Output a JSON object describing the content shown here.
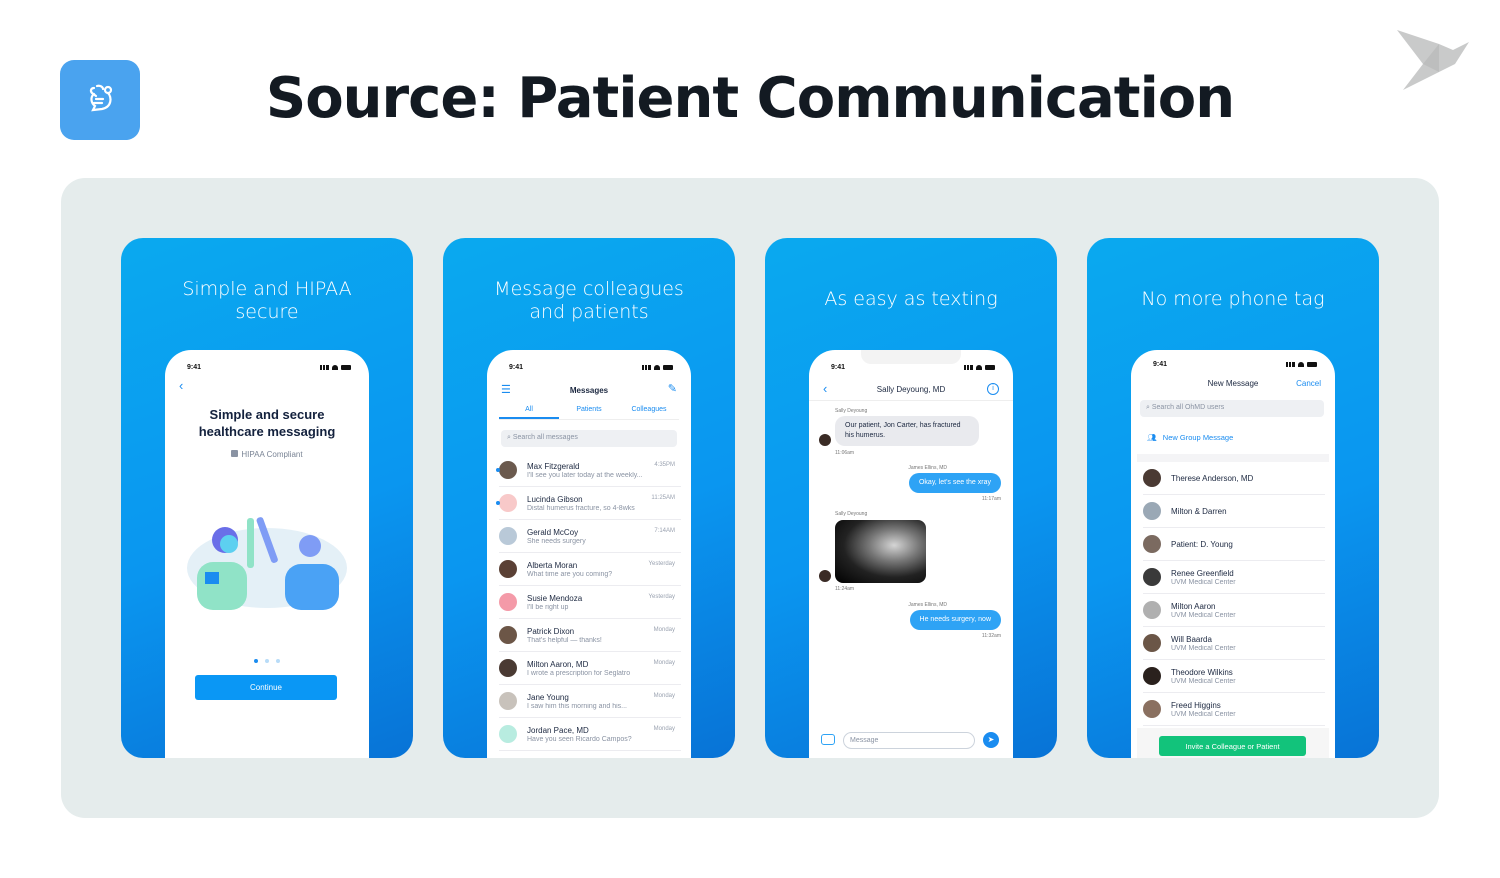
{
  "header": {
    "title": "Source: Patient Communication",
    "logo_icon": "stethoscope-chat-icon",
    "brand_icon": "origami-bird-icon"
  },
  "colors": {
    "accent": "#1a8cf0",
    "card_gradient_top": "#0aa9ef",
    "card_gradient_bottom": "#0873d6",
    "panel_bg": "#e5ecec",
    "invite_green": "#12c37b",
    "logo_bg": "#4aa3ef"
  },
  "cards": [
    {
      "heading": "Simple and HIPAA secure",
      "screen": {
        "status_time": "9:41",
        "headline_line1": "Simple and secure",
        "headline_line2": "healthcare messaging",
        "badge": "HIPAA Compliant",
        "page_dots": 3,
        "active_dot": 1,
        "continue_label": "Continue"
      }
    },
    {
      "heading": "Message colleagues and patients",
      "screen": {
        "status_time": "9:41",
        "title": "Messages",
        "tabs": [
          "All",
          "Patients",
          "Colleagues"
        ],
        "active_tab": "All",
        "search_placeholder": "Search all messages",
        "threads": [
          {
            "name": "Max Fitzgerald",
            "preview": "I'll see you later today at the weekly...",
            "time": "4:35PM",
            "unread": true
          },
          {
            "name": "Lucinda Gibson",
            "preview": "Distal humerus fracture, so 4-8wks",
            "time": "11:25AM",
            "unread": true
          },
          {
            "name": "Gerald McCoy",
            "preview": "She needs surgery",
            "time": "7:14AM",
            "unread": false
          },
          {
            "name": "Alberta Moran",
            "preview": "What time are you coming?",
            "time": "Yesterday",
            "unread": false
          },
          {
            "name": "Susie Mendoza",
            "preview": "I'll be right up",
            "time": "Yesterday",
            "unread": false
          },
          {
            "name": "Patrick Dixon",
            "preview": "That's helpful — thanks!",
            "time": "Monday",
            "unread": false
          },
          {
            "name": "Milton Aaron, MD",
            "preview": "I wrote a prescription for Seglatro",
            "time": "Monday",
            "unread": false
          },
          {
            "name": "Jane Young",
            "preview": "I saw him this morning and his...",
            "time": "Monday",
            "unread": false
          },
          {
            "name": "Jordan Pace, MD",
            "preview": "Have you seen Ricardo Campos?",
            "time": "Monday",
            "unread": false
          }
        ]
      }
    },
    {
      "heading": "As easy as texting",
      "screen": {
        "status_time": "9:41",
        "contact": "Sally Deyoung, MD",
        "messages": [
          {
            "sender": "Sally Deyoung",
            "text": "Our patient, Jon Carter, has fractured his humerus.",
            "time": "11:06am",
            "incoming": true
          },
          {
            "sender": "James Ellins, MD",
            "text": "Okay, let's see the xray",
            "time": "11:17am",
            "incoming": false
          },
          {
            "sender": "Sally Deyoung",
            "text": "[x-ray image]",
            "time": "11:24am",
            "incoming": true
          },
          {
            "sender": "James Ellins, MD",
            "text": "He needs surgery, now",
            "time": "11:32am",
            "incoming": false
          }
        ],
        "input_placeholder": "Message"
      }
    },
    {
      "heading": "No more phone tag",
      "screen": {
        "status_time": "9:41",
        "title": "New Message",
        "cancel_label": "Cancel",
        "search_placeholder": "Search all OhMD users",
        "group_label": "New Group Message",
        "contacts": [
          {
            "name": "Therese Anderson, MD",
            "org": ""
          },
          {
            "name": "Milton & Darren",
            "org": ""
          },
          {
            "name": "Patient: D. Young",
            "org": ""
          },
          {
            "name": "Renee Greenfield",
            "org": "UVM Medical Center"
          },
          {
            "name": "Milton Aaron",
            "org": "UVM Medical Center"
          },
          {
            "name": "Will Baarda",
            "org": "UVM Medical Center"
          },
          {
            "name": "Theodore Wilkins",
            "org": "UVM Medical Center"
          },
          {
            "name": "Freed Higgins",
            "org": "UVM Medical Center"
          }
        ],
        "invite_label": "Invite a Colleague or Patient"
      }
    }
  ]
}
